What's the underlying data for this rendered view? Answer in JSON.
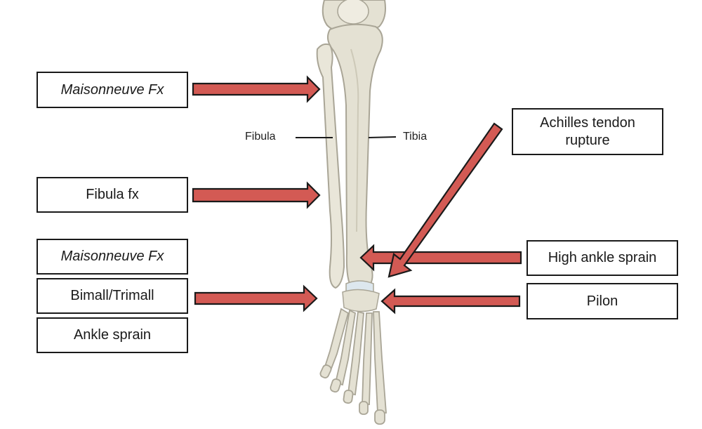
{
  "colors": {
    "arrow_fill": "#d35a54",
    "arrow_stroke": "#1a1a1a",
    "bone_fill": "#e4e1d3",
    "bone_stroke": "#a9a596",
    "cartilage": "#dde7ee",
    "box_border": "#1a1a1a"
  },
  "labels": {
    "maisonneuve_top": "Maisonneuve Fx",
    "fibula_fx": "Fibula fx",
    "maisonneuve_lower": "Maisonneuve Fx",
    "bimall_trimall": "Bimall/Trimall",
    "ankle_sprain": "Ankle sprain",
    "achilles": "Achilles tendon rupture",
    "high_ankle_sprain": "High ankle sprain",
    "pilon": "Pilon"
  },
  "bones": {
    "fibula": "Fibula",
    "tibia": "Tibia"
  }
}
